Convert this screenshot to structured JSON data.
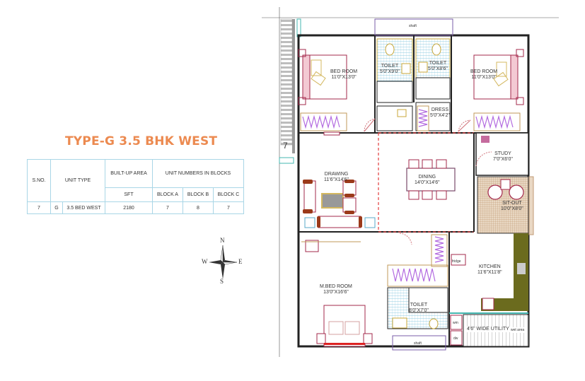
{
  "title": "TYPE-G 3.5 BHK WEST",
  "table": {
    "headers": {
      "sno": "S.NO.",
      "unit_type": "UNIT TYPE",
      "built_up_area": "BUILT-UP AREA",
      "unit_numbers": "UNIT NUMBERS IN BLOCKS",
      "sft": "SFT",
      "block_a": "BLOCK A",
      "block_b": "BLOCK B",
      "block_c": "BLOCK C"
    },
    "rows": [
      {
        "sno": "7",
        "type_code": "G",
        "type_name": "3.5 BED WEST",
        "sft": "2180",
        "block_a": "7",
        "block_b": "8",
        "block_c": "7"
      }
    ]
  },
  "compass": {
    "n": "N",
    "s": "S",
    "e": "E",
    "w": "W"
  },
  "plan": {
    "staircase_label": "7",
    "rooms": {
      "shaft_top": "shaft",
      "bedroom_left": {
        "name": "BED ROOM",
        "size": "11'0\"X13'0\""
      },
      "toilet_1": {
        "name": "TOILET",
        "size": "5'0\"X9'0\""
      },
      "toilet_2": {
        "name": "TOILET",
        "size": "5'0\"X8'6\""
      },
      "bedroom_right": {
        "name": "BED ROOM",
        "size": "11'0\"X13'0\""
      },
      "dress": {
        "name": "DRESS",
        "size": "5'0\"X4'2\""
      },
      "drawing": {
        "name": "DRAWING",
        "size": "11'6\"X14'6\""
      },
      "dining": {
        "name": "DINING",
        "size": "14'0\"X14'6\""
      },
      "study": {
        "name": "STUDY",
        "size": "7'0\"X6'0\""
      },
      "sitout": {
        "name": "SIT-OUT",
        "size": "10'0\"X8'0\""
      },
      "master_bedroom": {
        "name": "M.BED ROOM",
        "size": "13'0\"X16'6\""
      },
      "toilet_3": {
        "name": "TOILET",
        "size": "8'0\"X7'0\""
      },
      "kitchen": {
        "name": "KITCHEN",
        "size": "11'6\"X11'8\""
      },
      "fridge": "fridge",
      "wm": "wm",
      "dw": "dw",
      "utility": "4'6\" WIDE UTILITY",
      "wet_area": "wet area",
      "shaft_bottom": "shaft"
    }
  },
  "colors": {
    "title": "#ec8a50",
    "table_border": "#a9d6e6",
    "wall": "#222222",
    "furniture": "#a3284b",
    "sofa": "#9b3a1a",
    "wardrobe": "#b36be0",
    "toilet_tile": "#8fcbe0",
    "sitout_floor": "#c7a27c",
    "kitchen_counter": "#6b6b1e",
    "door_swing": "#d0727a",
    "dashed_divider": "#e23c3c",
    "shaft": "#7a5ca8"
  }
}
